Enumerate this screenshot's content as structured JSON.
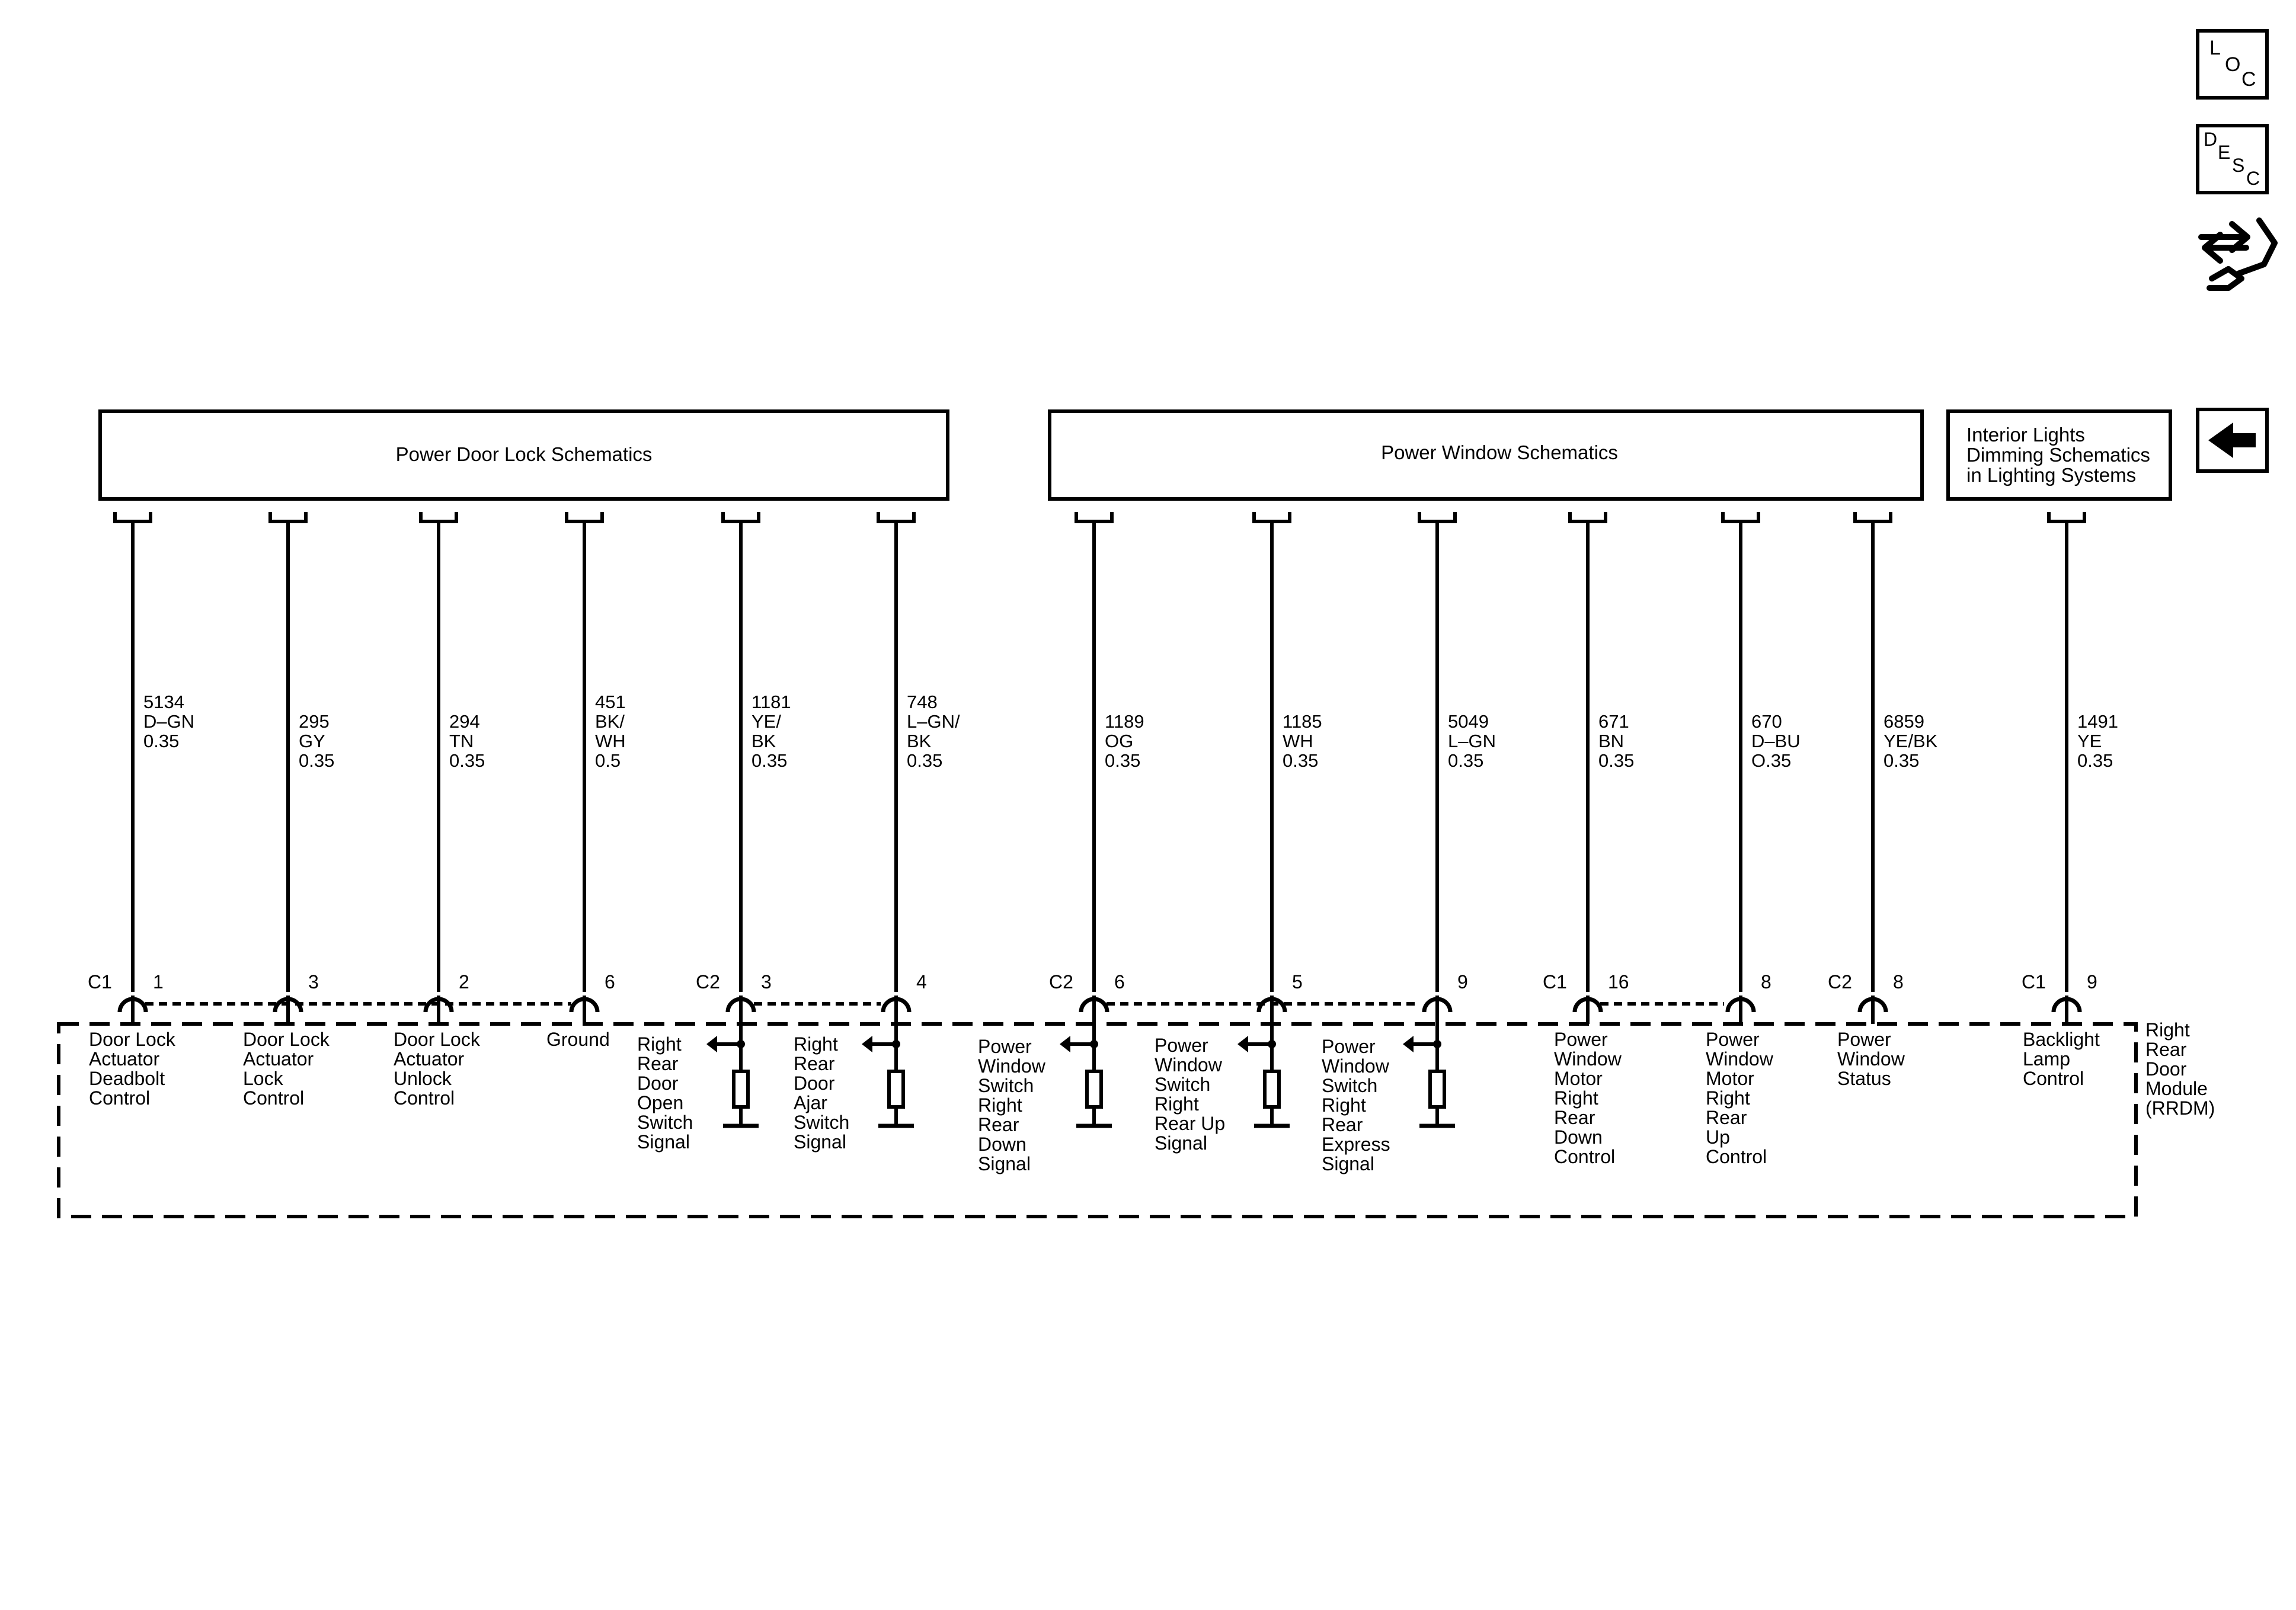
{
  "headers": {
    "power_door_lock": "Power Door Lock Schematics",
    "power_window": "Power Window Schematics",
    "interior_lights": [
      "Interior Lights",
      "Dimming Schematics",
      "in Lighting Systems"
    ]
  },
  "module_label": [
    "Right",
    "Rear",
    "Door",
    "Module",
    "(RRDM)"
  ],
  "nav_icons": {
    "loc": [
      "L",
      "O",
      "C"
    ],
    "desc": [
      "D",
      "E",
      "S",
      "C"
    ],
    "names": [
      "loc-icon",
      "desc-icon",
      "connector-tool-icon",
      "back-arrow-icon"
    ]
  },
  "circuits": [
    {
      "circuit": "5134",
      "color": "D–GN",
      "gauge": "0.35",
      "conn": "C1",
      "pin": "1",
      "func": [
        "Door Lock",
        "Actuator",
        "Deadbolt",
        "Control"
      ],
      "switch": false
    },
    {
      "circuit": "295",
      "color": "GY",
      "gauge": "0.35",
      "conn": "",
      "pin": "3",
      "func": [
        "Door Lock",
        "Actuator",
        "Lock",
        "Control"
      ],
      "switch": false
    },
    {
      "circuit": "294",
      "color": "TN",
      "gauge": "0.35",
      "conn": "",
      "pin": "2",
      "func": [
        "Door Lock",
        "Actuator",
        "Unlock",
        "Control"
      ],
      "switch": false
    },
    {
      "circuit": "451",
      "color": "BK/",
      "color2": "WH",
      "gauge": "0.5",
      "conn": "",
      "pin": "6",
      "func": [
        "Ground"
      ],
      "switch": false
    },
    {
      "circuit": "1181",
      "color": "YE/",
      "color2": "BK",
      "gauge": "0.35",
      "conn": "C2",
      "pin": "3",
      "func": [
        "Right",
        "Rear",
        "Door",
        "Open",
        "Switch",
        "Signal"
      ],
      "switch": true
    },
    {
      "circuit": "748",
      "color": "L–GN/",
      "color2": "BK",
      "gauge": "0.35",
      "conn": "",
      "pin": "4",
      "func": [
        "Right",
        "Rear",
        "Door",
        "Ajar",
        "Switch",
        "Signal"
      ],
      "switch": true
    },
    {
      "circuit": "1189",
      "color": "OG",
      "gauge": "0.35",
      "conn": "C2",
      "pin": "6",
      "func": [
        "Power",
        "Window",
        "Switch",
        "Right",
        "Rear",
        "Down",
        "Signal"
      ],
      "switch": true
    },
    {
      "circuit": "1185",
      "color": "WH",
      "gauge": "0.35",
      "conn": "",
      "pin": "5",
      "func": [
        "Power",
        "Window",
        "Switch",
        "Right",
        "Rear Up",
        "Signal"
      ],
      "switch": true
    },
    {
      "circuit": "5049",
      "color": "L–GN",
      "gauge": "0.35",
      "conn": "",
      "pin": "9",
      "func": [
        "Power",
        "Window",
        "Switch",
        "Right",
        "Rear",
        "Express",
        "Signal"
      ],
      "switch": true
    },
    {
      "circuit": "671",
      "color": "BN",
      "gauge": "0.35",
      "conn": "C1",
      "pin": "16",
      "func": [
        "Power",
        "Window",
        "Motor",
        "Right",
        "Rear",
        "Down",
        "Control"
      ],
      "switch": false
    },
    {
      "circuit": "670",
      "color": "D–BU",
      "gauge": "O.35",
      "conn": "",
      "pin": "8",
      "func": [
        "Power",
        "Window",
        "Motor",
        "Right",
        "Rear",
        "Up",
        "Control"
      ],
      "switch": false
    },
    {
      "circuit": "6859",
      "color": "YE/BK",
      "gauge": "0.35",
      "conn": "C2",
      "pin": "8",
      "func": [
        "Power",
        "Window",
        "Status"
      ],
      "switch": false
    },
    {
      "circuit": "1491",
      "color": "YE",
      "gauge": "0.35",
      "conn": "C1",
      "pin": "9",
      "func": [
        "Backlight",
        "Lamp",
        "Control"
      ],
      "switch": false
    }
  ]
}
